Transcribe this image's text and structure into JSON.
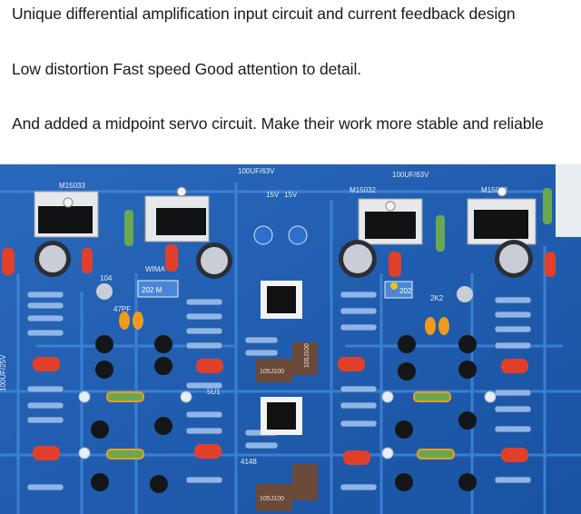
{
  "text_lines": [
    "Unique differential amplification input circuit and current feedback design",
    "Low distortion Fast speed Good attention to detail.",
    "And added a midpoint servo circuit. Make their work more stable and reliable"
  ],
  "pcb_markings": {
    "cap_top_left": "100UF/63V",
    "cap_top_right": "100UF/63V",
    "transistor_1": "M15033",
    "transistor_2": "M15032",
    "transistor_3": "M15033",
    "zener_1": "15V",
    "zener_2": "15V",
    "trim_1": "202 M",
    "trim_2": "202",
    "cap_box_1": "105J100",
    "cap_box_2": "105J100",
    "cap_box_3": "105J100",
    "label_104": "104",
    "label_47pf": "47PF",
    "label_5u1": "5U1",
    "label_2k2": "2K2",
    "label_wima": "WIMA",
    "label_4148": "4148",
    "label_100uf25v": "100UF/25V"
  },
  "colors": {
    "board": "#1f5fb4",
    "board_dark": "#15478c",
    "trace": "#3d82d6",
    "silk": "#e8eef8",
    "resistor": "#8fb4e8",
    "red_cap": "#e0402a",
    "orange_cap": "#f29a1e",
    "electrolytic": "#c9ced6"
  }
}
